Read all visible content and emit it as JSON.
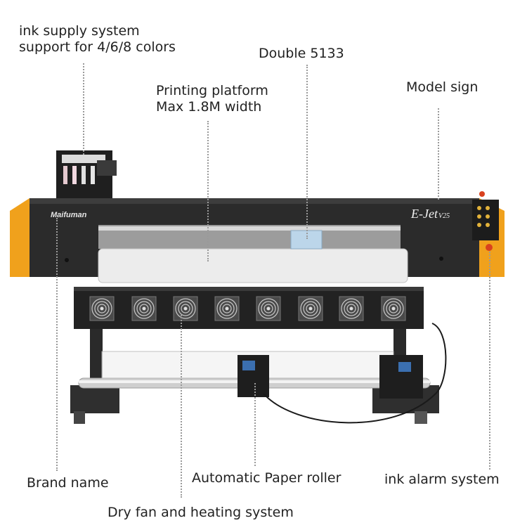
{
  "callouts": {
    "ink_supply_1": "ink supply system",
    "ink_supply_2": "support for 4/6/8 colors",
    "double_5133": "Double 5133",
    "printing_platform_1": "Printing platform",
    "printing_platform_2": "Max 1.8M width",
    "model_sign": "Model sign",
    "brand_name": "Brand name",
    "paper_roller": "Automatic Paper roller",
    "ink_alarm": "ink alarm system",
    "dry_fan": "Dry fan and heating system"
  },
  "printer": {
    "logo_text": "Maifuman",
    "model_text": "E-Jet",
    "model_suffix": "V25"
  },
  "colors": {
    "body": "#2b2b2b",
    "accent": "#f0a11c",
    "platen": "#e9e9e9",
    "head": "#bcd6ea"
  }
}
